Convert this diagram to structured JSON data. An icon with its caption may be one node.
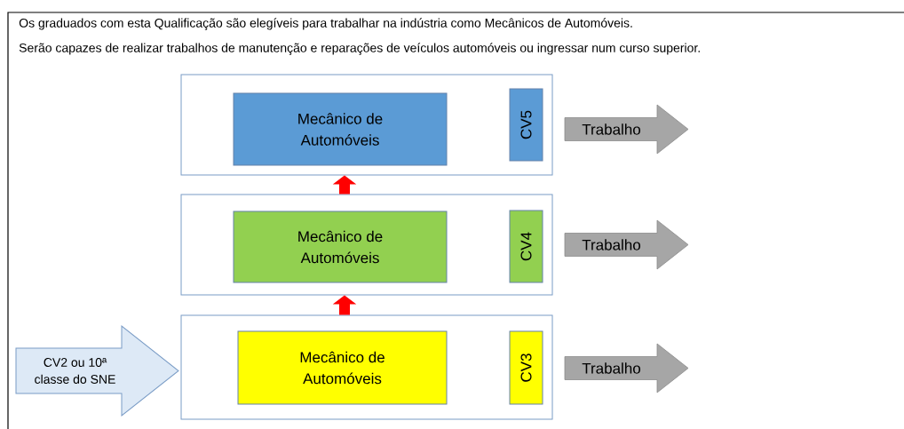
{
  "diagram": {
    "nodes": [
      {
        "text": [],
        "shape": "box"
      },
      {
        "text": [
          "Mecânico de Automóveis"
        ],
        "in": 0
      },
      {
        "text": [
          "CV5"
        ],
        "in": 0
      },
      {
        "text": [
          "Trabalho"
        ]
      },
      {
        "text": [],
        "shape": "box"
      },
      {
        "text": [
          "Mecânico de Automóveis"
        ],
        "in": 4
      },
      {
        "text": [
          "CV4"
        ],
        "in": 4
      },
      {
        "text": [
          "Trabalho"
        ]
      },
      {
        "text": [
          "CV2 ou 10ª classe do SNE"
        ]
      },
      {
        "text": [],
        "shape": "box"
      },
      {
        "text": [
          "Mecânico de Automóveis"
        ],
        "in": 9
      },
      {
        "text": [
          "CV3"
        ],
        "in": 9
      },
      {
        "text": [
          "Trabalho"
        ]
      }
    ],
    "edges": [
      {
        "from": 9,
        "to": 4,
        "arrow": "to"
      },
      {
        "from": 4,
        "to": 0,
        "arrow": "to"
      }
    ],
    "labels": [
      "Os graduados com esta Qualificação são elegíveis para trabalhar na indústria como Mecânicos de Automóveis.",
      "Serão capazes de realizar trabalhos de manutenção e reparações de veículos automóveis ou ingressar num curso superior."
    ]
  }
}
